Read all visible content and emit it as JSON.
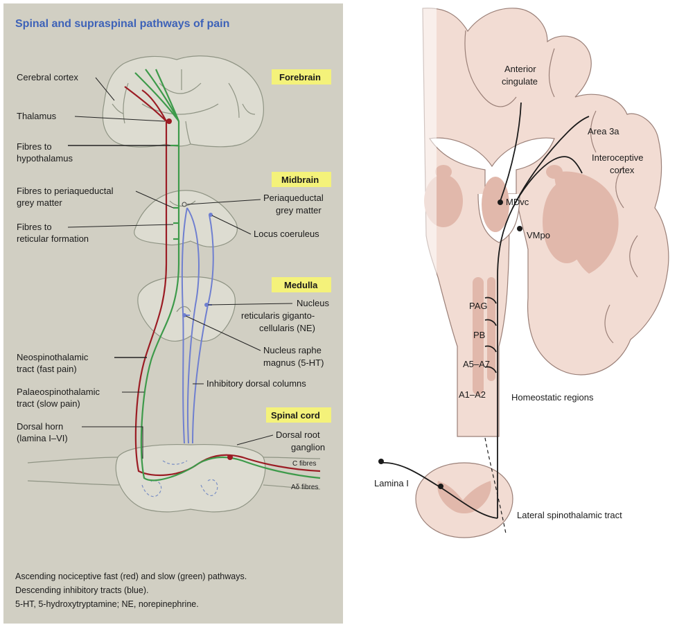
{
  "left_panel": {
    "title": "Spinal and supraspinal pathways of pain",
    "regions": {
      "forebrain": "Forebrain",
      "midbrain": "Midbrain",
      "medulla": "Medulla",
      "spinal_cord": "Spinal cord"
    },
    "labels_left": {
      "cerebral_cortex": "Cerebral cortex",
      "thalamus": "Thalamus",
      "fibres_hypothalamus_1": "Fibres to",
      "fibres_hypothalamus_2": "hypothalamus",
      "fibres_pag_1": "Fibres to periaqueductal",
      "fibres_pag_2": "grey matter",
      "fibres_reticular_1": "Fibres to",
      "fibres_reticular_2": "reticular formation",
      "neo_1": "Neospinothalamic",
      "neo_2": "tract (fast pain)",
      "palaeo_1": "Palaeospinothalamic",
      "palaeo_2": "tract (slow pain)",
      "dorsal_horn_1": "Dorsal horn",
      "dorsal_horn_2": "(lamina I–VI)"
    },
    "labels_right": {
      "pag_1": "Periaqueductal",
      "pag_2": "grey matter",
      "locus": "Locus coeruleus",
      "nrg_1": "Nucleus",
      "nrg_2": "reticularis giganto-",
      "nrg_3": "cellularis (NE)",
      "raphe_1": "Nucleus raphe",
      "raphe_2": "magnus (5-HT)",
      "inhibitory": "Inhibitory dorsal columns",
      "drg_1": "Dorsal root",
      "drg_2": "ganglion",
      "c_fibres": "C fibres",
      "ad_fibres": "Aδ fibres"
    },
    "caption": [
      "Ascending nociceptive fast (red) and slow (green) pathways.",
      "Descending inhibitory tracts (blue).",
      "5-HT, 5-hydroxytryptamine; NE, norepinephrine."
    ]
  },
  "right_panel": {
    "labels": {
      "anterior_cingulate_1": "Anterior",
      "anterior_cingulate_2": "cingulate",
      "area_3a": "Area 3a",
      "interoceptive_1": "Interoceptive",
      "interoceptive_2": "cortex",
      "mdvc": "MDvc",
      "vmpo": "VMpo",
      "pag": "PAG",
      "pb": "PB",
      "a5a7": "A5–A7",
      "a1a2": "A1–A2",
      "homeostatic": "Homeostatic regions",
      "lamina": "Lamina I",
      "lateral_tract": "Lateral spinothalamic tract"
    }
  },
  "colors": {
    "left_background": "#d1cfc3",
    "structure_fill": "#dddcd1",
    "structure_stroke": "#8f9484",
    "highlight_yellow": "#f4f27a",
    "fast_pain_red": "#9b1c24",
    "slow_pain_green": "#3d9a4a",
    "inhibitory_blue": "#6f7fd0",
    "title_blue": "#3d62b8",
    "tissue_pink": "#f2dcd3",
    "tissue_dark": "#e1b8ab",
    "tissue_outline": "#9a7f77"
  }
}
